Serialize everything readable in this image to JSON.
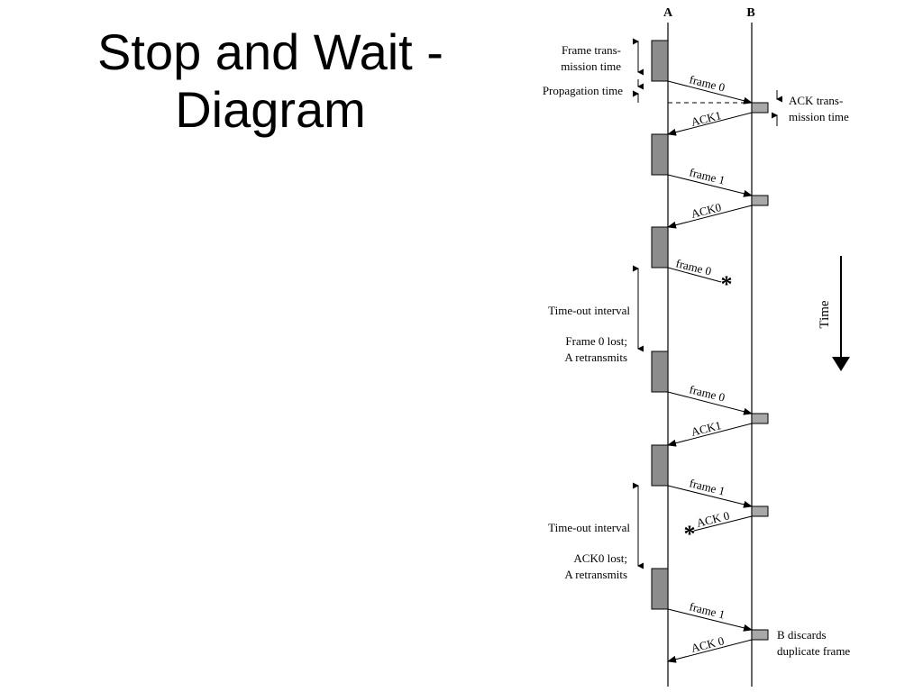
{
  "slide": {
    "title_line1": "Stop and Wait -",
    "title_line2": "Diagram"
  },
  "diagram": {
    "node_a": "A",
    "node_b": "B",
    "annotations": {
      "frame_tx_line1": "Frame trans-",
      "frame_tx_line2": "mission time",
      "propagation": "Propagation time",
      "ack_tx_line1": "ACK trans-",
      "ack_tx_line2": "mission time",
      "timeout1": "Time-out interval",
      "frame0_lost_line1": "Frame 0 lost;",
      "frame0_lost_line2": "A retransmits",
      "timeout2": "Time-out interval",
      "ack0_lost_line1": "ACK0 lost;",
      "ack0_lost_line2": "A retransmits",
      "b_discards_line1": "B discards",
      "b_discards_line2": "duplicate frame",
      "time": "Time"
    },
    "messages": [
      {
        "label": "frame 0"
      },
      {
        "label": "ACK1"
      },
      {
        "label": "frame 1"
      },
      {
        "label": "ACK0"
      },
      {
        "label": "frame 0"
      },
      {
        "label": "frame 0"
      },
      {
        "label": "ACK1"
      },
      {
        "label": "frame 1"
      },
      {
        "label": "ACK 0"
      },
      {
        "label": "frame 1"
      },
      {
        "label": "ACK 0"
      }
    ],
    "lost_marker": "*",
    "colors": {
      "frame_block": "#8c8c8c",
      "ack_block": "#a8a8a8",
      "line": "#000000"
    }
  }
}
